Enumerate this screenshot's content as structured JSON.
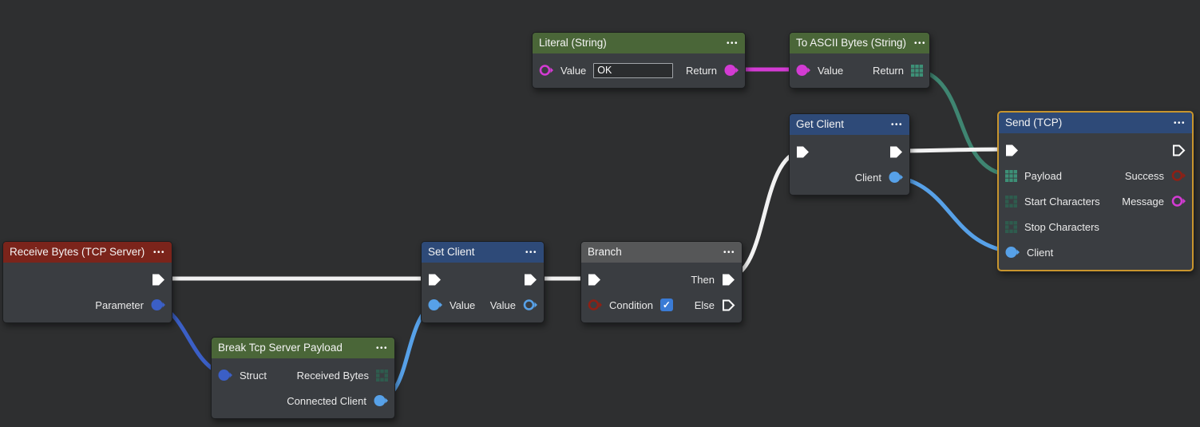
{
  "canvas": {
    "background": "#2e2f30"
  },
  "colors": {
    "exec_wire": "#f2f2f2",
    "exec_pin": "#ffffff",
    "string_pink": "#d33bd3",
    "bytes_teal_wire": "#3f8571",
    "bytes_teal_bright": "#3d9077",
    "bytes_teal_dark": "#2e5c4e",
    "struct_blue": "#3b5fc6",
    "client_blue": "#57a1e8",
    "bool_red": "#8e2015",
    "selected_border": "#c8952e",
    "header_green": "#4a6638",
    "header_blue": "#2e4a78",
    "header_red": "#7b241b",
    "header_gray": "#565758",
    "checkbox_blue": "#3a7bd5"
  },
  "nodes": {
    "literal": {
      "title": "Literal (String)",
      "menu": "•••",
      "value_label": "Value",
      "value_field": "OK",
      "return_label": "Return"
    },
    "to_ascii": {
      "title": "To ASCII Bytes (String)",
      "menu": "•••",
      "value_label": "Value",
      "return_label": "Return"
    },
    "get_client": {
      "title": "Get Client",
      "menu": "•••",
      "client_label": "Client"
    },
    "send_tcp": {
      "title": "Send (TCP)",
      "menu": "•••",
      "payload_label": "Payload",
      "success_label": "Success",
      "start_chars_label": "Start Characters",
      "message_label": "Message",
      "stop_chars_label": "Stop Characters",
      "client_label": "Client"
    },
    "receive": {
      "title": "Receive Bytes (TCP Server)",
      "menu": "•••",
      "parameter_label": "Parameter"
    },
    "set_client": {
      "title": "Set Client",
      "menu": "•••",
      "value_in_label": "Value",
      "value_out_label": "Value"
    },
    "branch": {
      "title": "Branch",
      "menu": "•••",
      "condition_label": "Condition",
      "condition_checked": "✓",
      "then_label": "Then",
      "else_label": "Else"
    },
    "break_payload": {
      "title": "Break Tcp Server Payload",
      "menu": "•••",
      "struct_label": "Struct",
      "received_bytes_label": "Received Bytes",
      "connected_client_label": "Connected Client"
    }
  }
}
